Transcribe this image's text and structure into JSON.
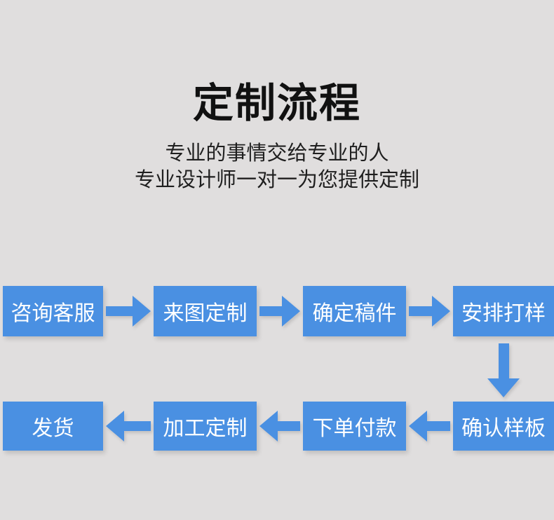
{
  "colors": {
    "background": "#e0dede",
    "accent": "#4a90e2",
    "title_text": "#111111",
    "subtitle_text": "#1f1f1f",
    "box_text": "#ffffff"
  },
  "header": {
    "title": "定制流程",
    "subtitle_line1": "专业的事情交给专业的人",
    "subtitle_line2": "专业设计师一对一为您提供定制"
  },
  "flow": {
    "row1": [
      {
        "label": "咨询客服"
      },
      {
        "label": "来图定制"
      },
      {
        "label": "确定稿件"
      },
      {
        "label": "安排打样"
      }
    ],
    "row2": [
      {
        "label": "发货"
      },
      {
        "label": "加工定制"
      },
      {
        "label": "下单付款"
      },
      {
        "label": "确认样板"
      }
    ]
  }
}
